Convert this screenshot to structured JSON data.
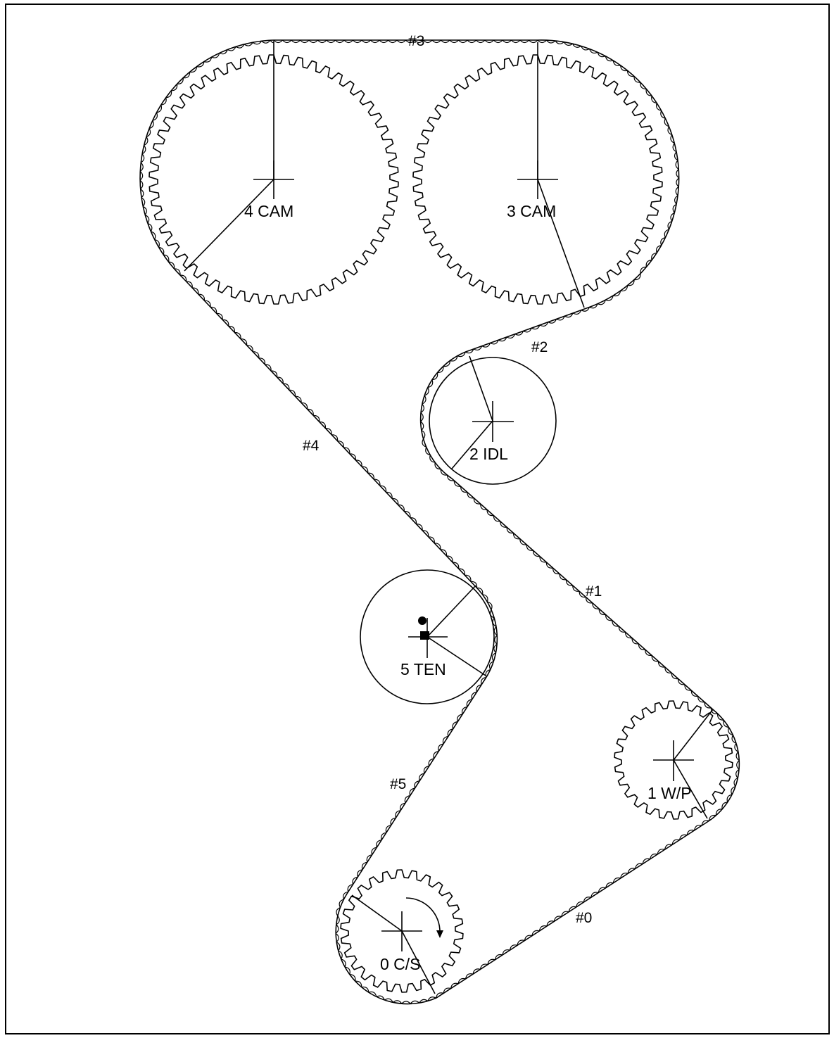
{
  "pulleys": [
    {
      "id": "0",
      "label": "0 C/S"
    },
    {
      "id": "1",
      "label": "1 W/P"
    },
    {
      "id": "2",
      "label": "2 IDL"
    },
    {
      "id": "3",
      "label": "3 CAM"
    },
    {
      "id": "4",
      "label": "4 CAM"
    },
    {
      "id": "5",
      "label": "5 TEN"
    }
  ],
  "belt_spans": [
    "#0",
    "#1",
    "#2",
    "#3",
    "#4",
    "#5"
  ],
  "colors": {
    "line": "#000000",
    "background": "#ffffff"
  }
}
